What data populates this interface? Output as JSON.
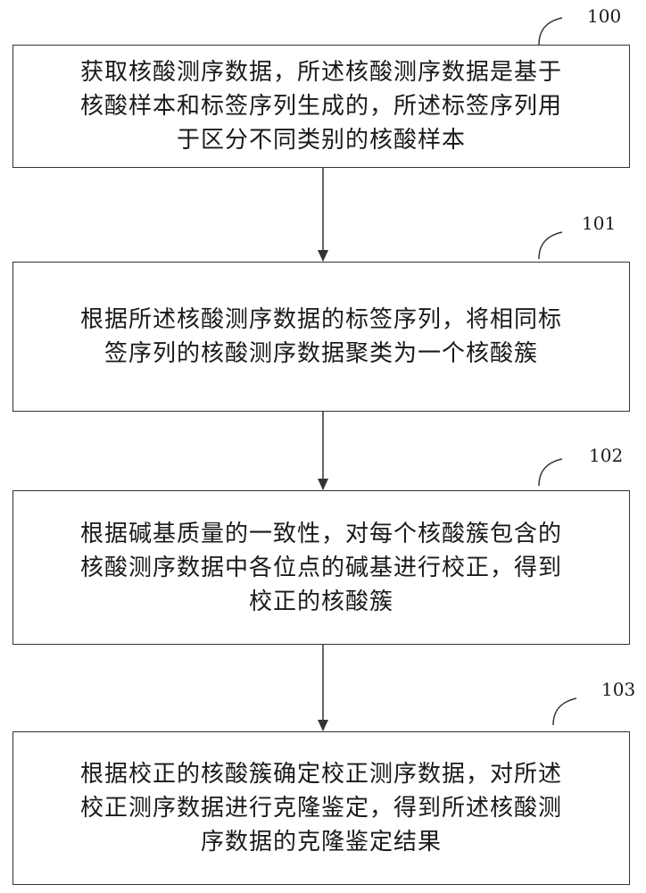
{
  "steps": [
    {
      "ref": "100",
      "lines": [
        "获取核酸测序数据，所述核酸测序数据是基于",
        "核酸样本和标签序列生成的，所述标签序列用",
        "于区分不同类别的核酸样本"
      ]
    },
    {
      "ref": "101",
      "lines": [
        "根据所述核酸测序数据的标签序列，将相同标",
        "签序列的核酸测序数据聚类为一个核酸簇"
      ]
    },
    {
      "ref": "102",
      "lines": [
        "根据碱基质量的一致性，对每个核酸簇包含的",
        "核酸测序数据中各位点的碱基进行校正，得到",
        "校正的核酸簇"
      ]
    },
    {
      "ref": "103",
      "lines": [
        "根据校正的核酸簇确定校正测序数据，对所述",
        "校正测序数据进行克隆鉴定，得到所述核酸测",
        "序数据的克隆鉴定结果"
      ]
    }
  ]
}
